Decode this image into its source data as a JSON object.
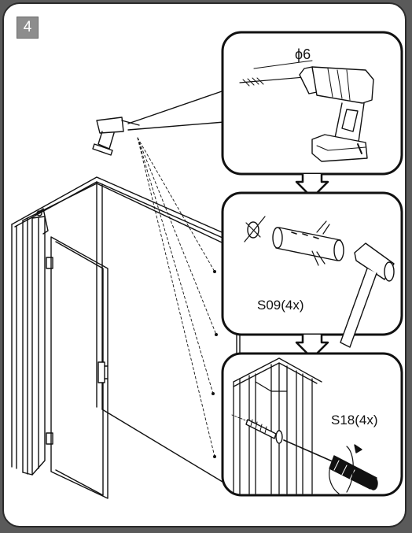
{
  "step": {
    "number": "4"
  },
  "drill_panel": {
    "bit_size": "ϕ6"
  },
  "anchor_panel": {
    "part_label": "S09(4x)"
  },
  "screw_panel": {
    "part_label": "S18(4x)"
  },
  "colors": {
    "ink": "#111111",
    "badge": "#8d8d8d",
    "background": "#ffffff",
    "border": "#5a5a5a"
  },
  "icons": [
    "drill-icon",
    "wall-plug-icon",
    "no-drill-icon",
    "hammer-icon",
    "screwdriver-icon",
    "screw-icon",
    "rotation-arrow-icon",
    "down-arrow-icon"
  ]
}
